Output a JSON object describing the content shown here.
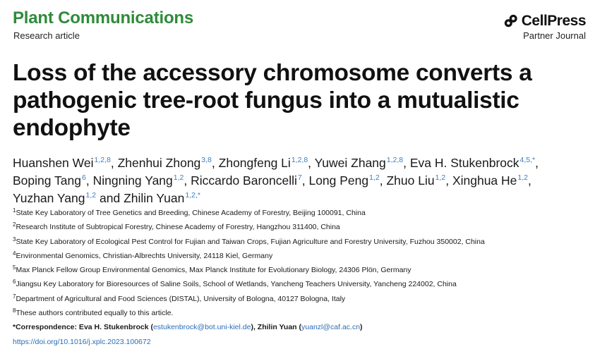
{
  "header": {
    "journal": "Plant Communications",
    "article_type": "Research article",
    "publisher": "CellPress",
    "publisher_subtitle": "Partner Journal"
  },
  "title": "Loss of the accessory chromosome converts a pathogenic tree-root fungus into a mutualistic endophyte",
  "authors": [
    {
      "name": "Huanshen Wei",
      "sup": "1,2,8"
    },
    {
      "name": "Zhenhui Zhong",
      "sup": "3,8"
    },
    {
      "name": "Zhongfeng Li",
      "sup": "1,2,8"
    },
    {
      "name": "Yuwei Zhang",
      "sup": "1,2,8"
    },
    {
      "name": "Eva H. Stukenbrock",
      "sup": "4,5,*"
    },
    {
      "name": "Boping Tang",
      "sup": "6"
    },
    {
      "name": "Ningning Yang",
      "sup": "1,2"
    },
    {
      "name": "Riccardo Baroncelli",
      "sup": "7"
    },
    {
      "name": "Long Peng",
      "sup": "1,2"
    },
    {
      "name": "Zhuo Liu",
      "sup": "1,2"
    },
    {
      "name": "Xinghua He",
      "sup": "1,2"
    },
    {
      "name": "Yuzhan Yang",
      "sup": "1,2"
    },
    {
      "name": "Zhilin Yuan",
      "sup": "1,2,*"
    }
  ],
  "affiliations": [
    {
      "num": "1",
      "text": "State Key Laboratory of Tree Genetics and Breeding, Chinese Academy of Forestry, Beijing 100091, China"
    },
    {
      "num": "2",
      "text": "Research Institute of Subtropical Forestry, Chinese Academy of Forestry, Hangzhou 311400, China"
    },
    {
      "num": "3",
      "text": "State Key Laboratory of Ecological Pest Control for Fujian and Taiwan Crops, Fujian Agriculture and Forestry University, Fuzhou 350002, China"
    },
    {
      "num": "4",
      "text": "Environmental Genomics, Christian-Albrechts University, 24118 Kiel, Germany"
    },
    {
      "num": "5",
      "text": "Max Planck Fellow Group Environmental Genomics, Max Planck Institute for Evolutionary Biology, 24306 Plön, Germany"
    },
    {
      "num": "6",
      "text": "Jiangsu Key Laboratory for Bioresources of Saline Soils, School of Wetlands, Yancheng Teachers University, Yancheng 224002, China"
    },
    {
      "num": "7",
      "text": "Department of Agricultural and Food Sciences (DISTAL), University of Bologna, 40127 Bologna, Italy"
    },
    {
      "num": "8",
      "text": "These authors contributed equally to this article."
    }
  ],
  "correspondence": {
    "label": "*Correspondence: Eva H. Stukenbrock (",
    "email1": "estukenbrock@bot.uni-kiel.de",
    "mid": "), Zhilin Yuan (",
    "email2": "yuanzl@caf.ac.cn",
    "end": ")"
  },
  "doi": "https://doi.org/10.1016/j.xplc.2023.100672",
  "colors": {
    "journal": "#2e8b3a",
    "link": "#2a6db5",
    "superscript": "#3a7fc0"
  }
}
